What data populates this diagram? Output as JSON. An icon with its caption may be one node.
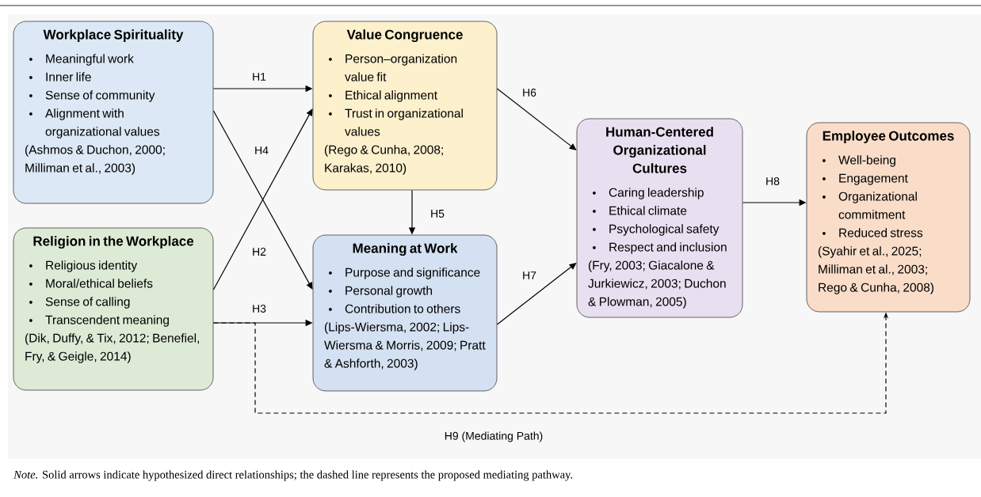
{
  "diagram": {
    "caption": "*Note.* Solid arrows indicate hypothesized direct relationships; the dashed line represents the proposed mediating pathway.",
    "nodes": [
      {
        "text": [
          "Workplace Spirituality",
          "Meaningful work",
          "Inner life",
          "Sense of community",
          "Alignment with organizational values",
          "(Ashmos & Duchon, 2000; Milliman et al., 2003)"
        ]
      },
      {
        "text": [
          "Value Congruence",
          "Person–organization value fit",
          "Ethical alignment",
          "Trust in organizational values",
          "(Rego & Cunha, 2008; Karakas, 2010)"
        ]
      },
      {
        "text": [
          "Religion in the Workplace",
          "Religious identity",
          "Moral/ethical beliefs",
          "Sense of calling",
          "Transcendent meaning",
          "(Dik, Duffy, & Tix, 2012; Benefiel, Fry, & Geigle, 2014)"
        ]
      },
      {
        "text": [
          "Meaning at Work",
          "Purpose and significance",
          "Personal growth",
          "Contribution to others",
          "(Lips-Wiersma, 2002; Lips-Wiersma & Morris, 2009; Pratt & Ashforth, 2003)"
        ]
      },
      {
        "text": [
          "Human-Centered Organizational Cultures",
          "Caring leadership",
          "Ethical climate",
          "Psychological safety",
          "Respect and inclusion",
          "(Fry, 2003; Giacalone & Jurkiewicz, 2003; Duchon & Plowman, 2005)"
        ]
      },
      {
        "text": [
          "Employee Outcomes",
          "Well-being",
          "Engagement",
          "Organizational commitment",
          "Reduced stress",
          "(Syahir et al., 2025; Milliman et al., 2003; Rego & Cunha, 2008)"
        ]
      }
    ],
    "edges": [
      {
        "from": 0,
        "to": 1,
        "arrow": "to",
        "label": "H1"
      },
      {
        "from": 0,
        "to": 3,
        "arrow": "to",
        "label": "H4"
      },
      {
        "from": 2,
        "to": 1,
        "arrow": "to",
        "label": "H2"
      },
      {
        "from": 2,
        "to": 3,
        "arrow": "to",
        "label": "H3"
      },
      {
        "from": 1,
        "to": 3,
        "arrow": "to",
        "label": "H5"
      },
      {
        "from": 1,
        "to": 4,
        "arrow": "to",
        "label": "H6"
      },
      {
        "from": 3,
        "to": 4,
        "arrow": "to",
        "label": "H7"
      },
      {
        "from": 4,
        "to": 5,
        "arrow": "to",
        "label": "H8"
      },
      {
        "from": 2,
        "to": 5,
        "arrow": "to",
        "label": "H9 (Mediating Path)",
        "style": "dashed"
      }
    ]
  }
}
